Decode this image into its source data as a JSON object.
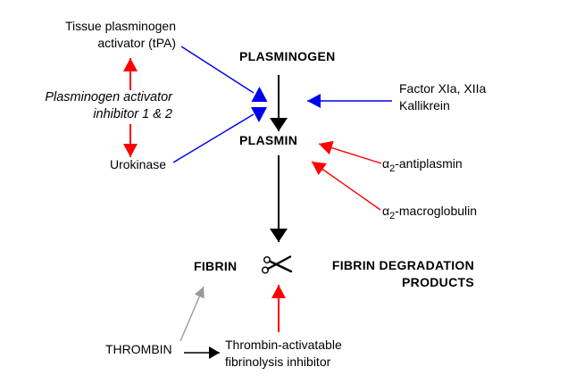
{
  "title": "Fibrinolysis pathway diagram",
  "colors": {
    "activation_blue": "#0000EE",
    "inhibition_red": "#FF0000",
    "thrombin_gray": "#999999",
    "pathway_black": "#000000",
    "background": "#FFFFFF"
  },
  "nodes": {
    "tpa": {
      "line1": "Tissue plasminogen",
      "line2": "activator (tPA)"
    },
    "pai": {
      "line1": "Plasminogen activator",
      "line2": "inhibitor 1 & 2"
    },
    "urokinase": {
      "label": "Urokinase"
    },
    "plasminogen": {
      "label": "PLASMINOGEN"
    },
    "plasmin": {
      "label": "PLASMIN"
    },
    "factor": {
      "line1": "Factor XIa, XIIa",
      "line2": "Kallikrein"
    },
    "antiplasmin": {
      "alpha": "α",
      "sub": "2",
      "rest": "-antiplasmin"
    },
    "macroglobulin": {
      "alpha": "α",
      "sub": "2",
      "rest": "-macroglobulin"
    },
    "fibrin": {
      "label": "FIBRIN"
    },
    "fdp": {
      "line1": "FIBRIN DEGRADATION",
      "line2": "PRODUCTS"
    },
    "thrombin": {
      "label": "THROMBIN"
    },
    "tafi": {
      "line1": "Thrombin-activatable",
      "line2": "fibrinolysis inhibitor"
    }
  },
  "icons": {
    "scissors": "scissors-icon"
  }
}
